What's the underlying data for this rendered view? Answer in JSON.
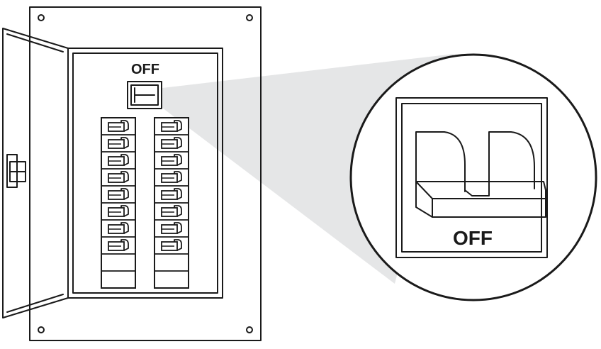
{
  "panel": {
    "main_switch_label": "OFF",
    "left_breaker_count": 8,
    "right_breaker_count": 8,
    "blank_slots_per_column": 2
  },
  "callout": {
    "switch_label": "OFF"
  },
  "colors": {
    "line": "#1a1a1a",
    "beam": "#e5e6e7",
    "background": "#ffffff"
  }
}
